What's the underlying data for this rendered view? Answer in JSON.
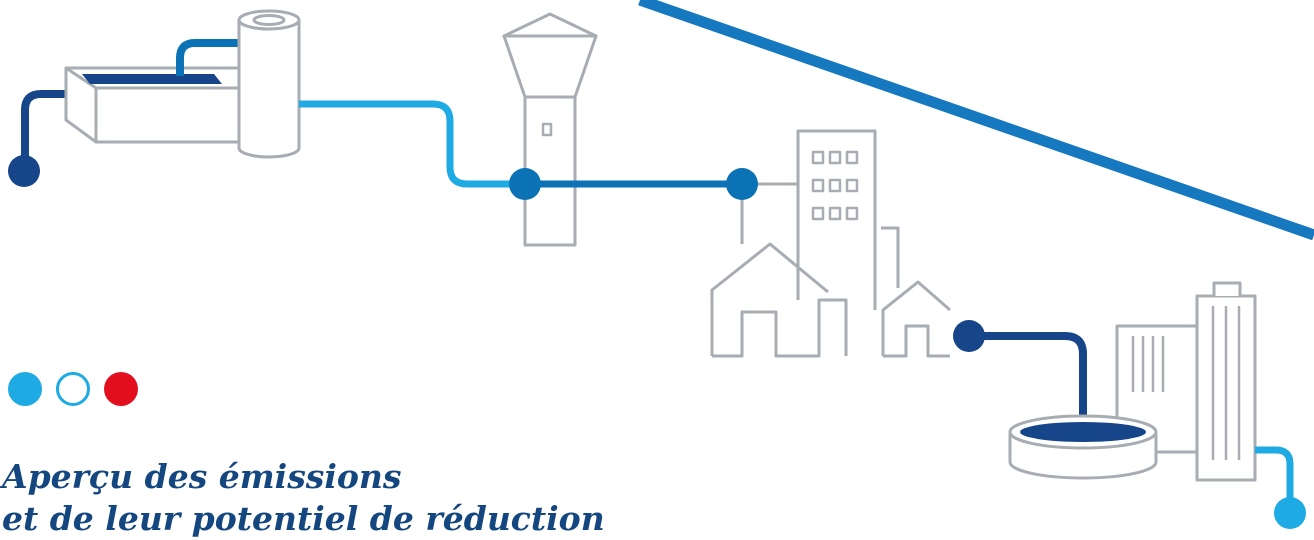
{
  "colors": {
    "outline": "#a7adb3",
    "dark_blue": "#16458a",
    "mid_blue": "#0a72b5",
    "light_blue": "#1eaae2",
    "red": "#e30f1f",
    "heading": "#14477f"
  },
  "indicator_dots": [
    {
      "name": "dot-filled-blue",
      "style": "filled-blue"
    },
    {
      "name": "dot-outline-blue",
      "style": "outline-blue"
    },
    {
      "name": "dot-filled-red",
      "style": "filled-red"
    }
  ],
  "heading": {
    "line1": "Aperçu des émissions",
    "line2": "et de leur potentiel de réduction"
  }
}
